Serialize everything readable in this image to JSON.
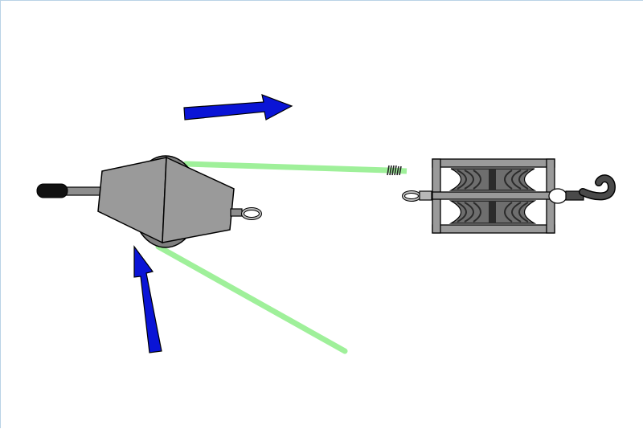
{
  "figure": {
    "alt": "",
    "colors": {
      "arrow": "#0a14d6",
      "rope": "#9ff09a",
      "metal_dark": "#555555",
      "metal_mid": "#9a9a9a",
      "metal_light": "#b8b8b8",
      "hook": "#4a4a4a",
      "grip": "#111111",
      "outline": "#000000"
    },
    "icons": [
      "pulling-arrow",
      "come-along-winch",
      "double-sheave-pulley-block",
      "hook",
      "rope"
    ]
  }
}
